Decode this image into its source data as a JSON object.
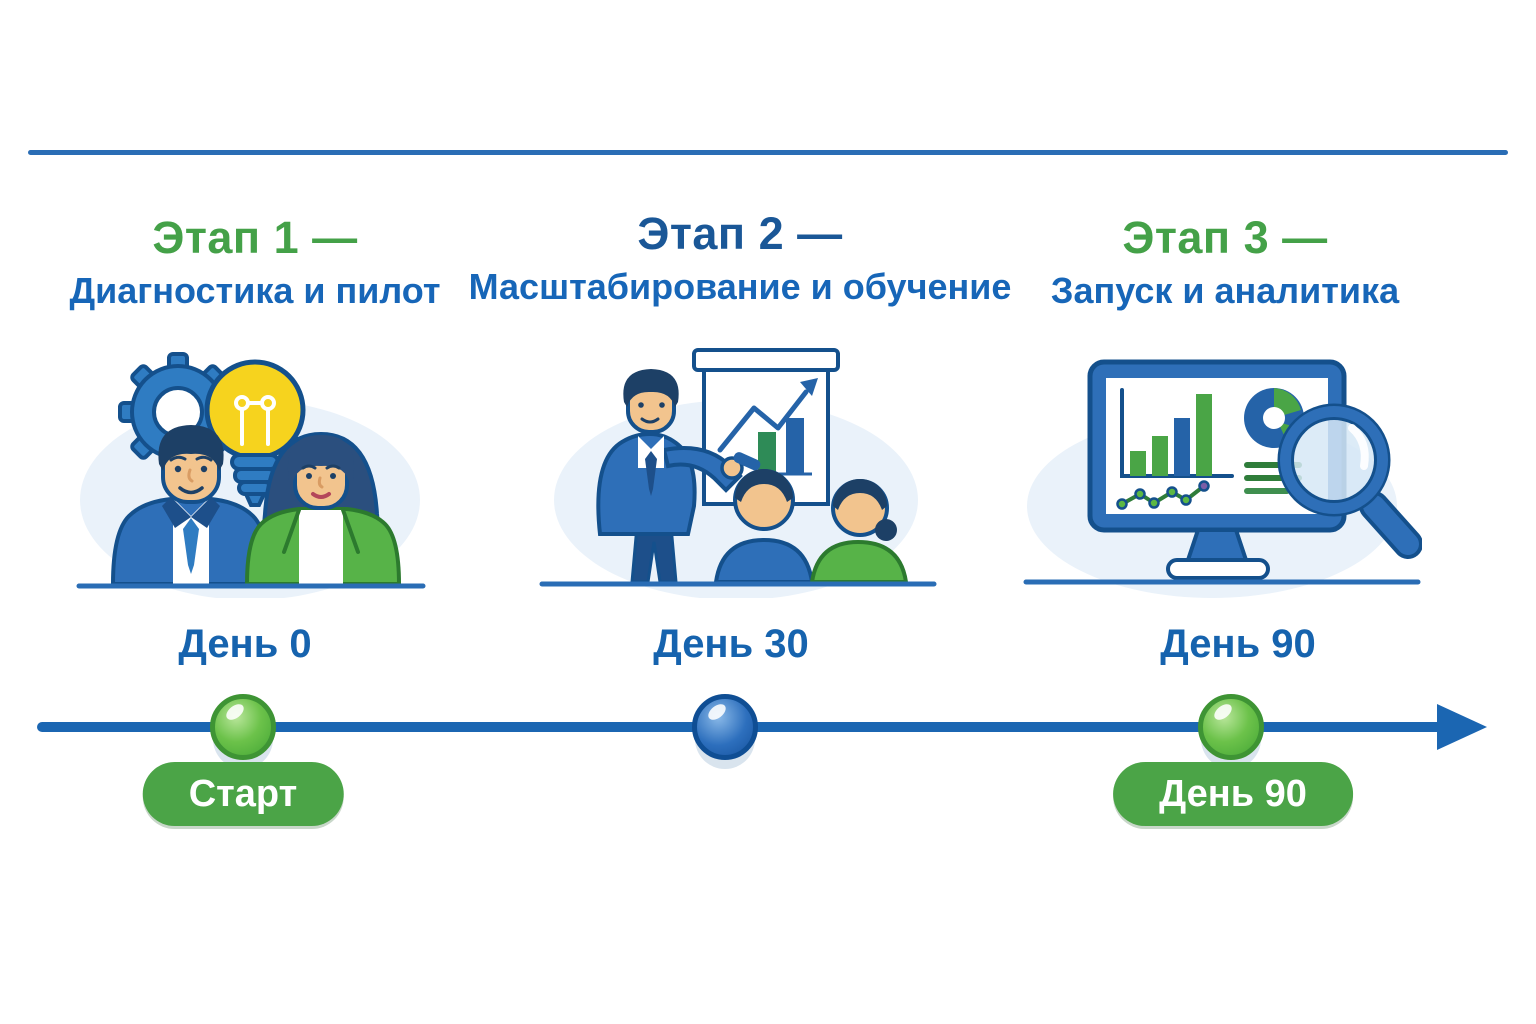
{
  "page": {
    "background": "#ffffff",
    "divider_color": "#2a6db5"
  },
  "stages": [
    {
      "title": "Этап 1 —",
      "title_color": "#44a148",
      "subtitle": "Диагностика и пилот",
      "subtitle_color": "#1766b8",
      "day_label": "День 0",
      "marker_color": "#5cb843",
      "illustration": "gear-lightbulb-team"
    },
    {
      "title": "Этап 2 —",
      "title_color": "#1a5797",
      "subtitle": "Масштабирование и обучение",
      "subtitle_color": "#1766b8",
      "day_label": "День 30",
      "marker_color": "#2a6fbd",
      "illustration": "presenter-flipchart-audience"
    },
    {
      "title": "Этап 3 —",
      "title_color": "#44a148",
      "subtitle": "Запуск и аналитика",
      "subtitle_color": "#1766b8",
      "day_label": "День 90",
      "marker_color": "#5cb843",
      "illustration": "monitor-analytics-magnifier"
    }
  ],
  "timeline": {
    "line_color": "#1b66b2",
    "arrow_direction": "right",
    "start_pill": {
      "label": "Старт",
      "color": "#4ba447"
    },
    "end_pill": {
      "label": "День 90",
      "color": "#4ba447"
    }
  }
}
